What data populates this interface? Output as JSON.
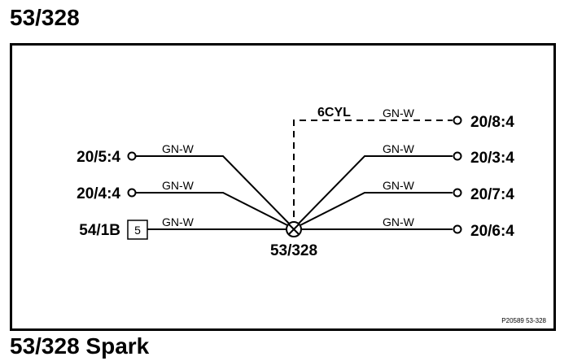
{
  "title": "53/328",
  "bottom_caption": "53/328 Spark",
  "splice": {
    "label": "53/328"
  },
  "wire_color": "GN-W",
  "variant_label": "6CYL",
  "left_connections": [
    {
      "label": "20/5:4",
      "wire": "GN-W"
    },
    {
      "label": "20/4:4",
      "wire": "GN-W"
    },
    {
      "label": "54/1B",
      "terminal": "5",
      "wire": "GN-W"
    }
  ],
  "right_connections": [
    {
      "label": "20/8:4",
      "wire": "GN-W",
      "variant": "6CYL"
    },
    {
      "label": "20/3:4",
      "wire": "GN-W"
    },
    {
      "label": "20/7:4",
      "wire": "GN-W"
    },
    {
      "label": "20/6:4",
      "wire": "GN-W"
    }
  ],
  "reference_code": "P20589  53-328"
}
